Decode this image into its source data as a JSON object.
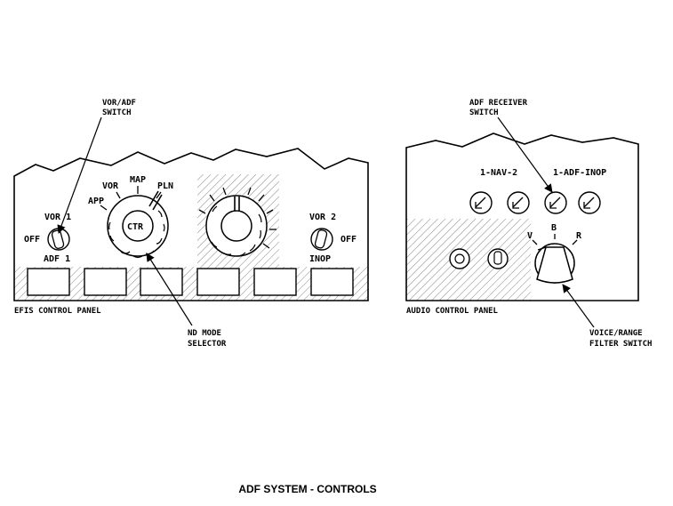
{
  "diagram": {
    "title": "ADF SYSTEM - CONTROLS",
    "efis_panel": {
      "name": "EFIS CONTROL PANEL",
      "left_switch": {
        "top": "VOR 1",
        "side": "OFF",
        "bottom": "ADF 1"
      },
      "right_switch": {
        "top": "VOR 2",
        "side": "OFF",
        "bottom": "INOP"
      },
      "mode_positions": {
        "app": "APP",
        "vor": "VOR",
        "map": "MAP",
        "pln": "PLN",
        "center": "CTR"
      },
      "callout_switch": [
        "VOR/ADF",
        "SWITCH"
      ],
      "callout_selector": [
        "ND MODE",
        "SELECTOR"
      ]
    },
    "audio_panel": {
      "name": "AUDIO CONTROL PANEL",
      "nav_label": "1-NAV-2",
      "adf_label": "1-ADF-INOP",
      "filter_positions": {
        "v": "V",
        "b": "B",
        "r": "R"
      },
      "callout_receiver": [
        "ADF RECEIVER",
        "SWITCH"
      ],
      "callout_filter": [
        "VOICE/RANGE",
        "FILTER SWITCH"
      ]
    }
  }
}
